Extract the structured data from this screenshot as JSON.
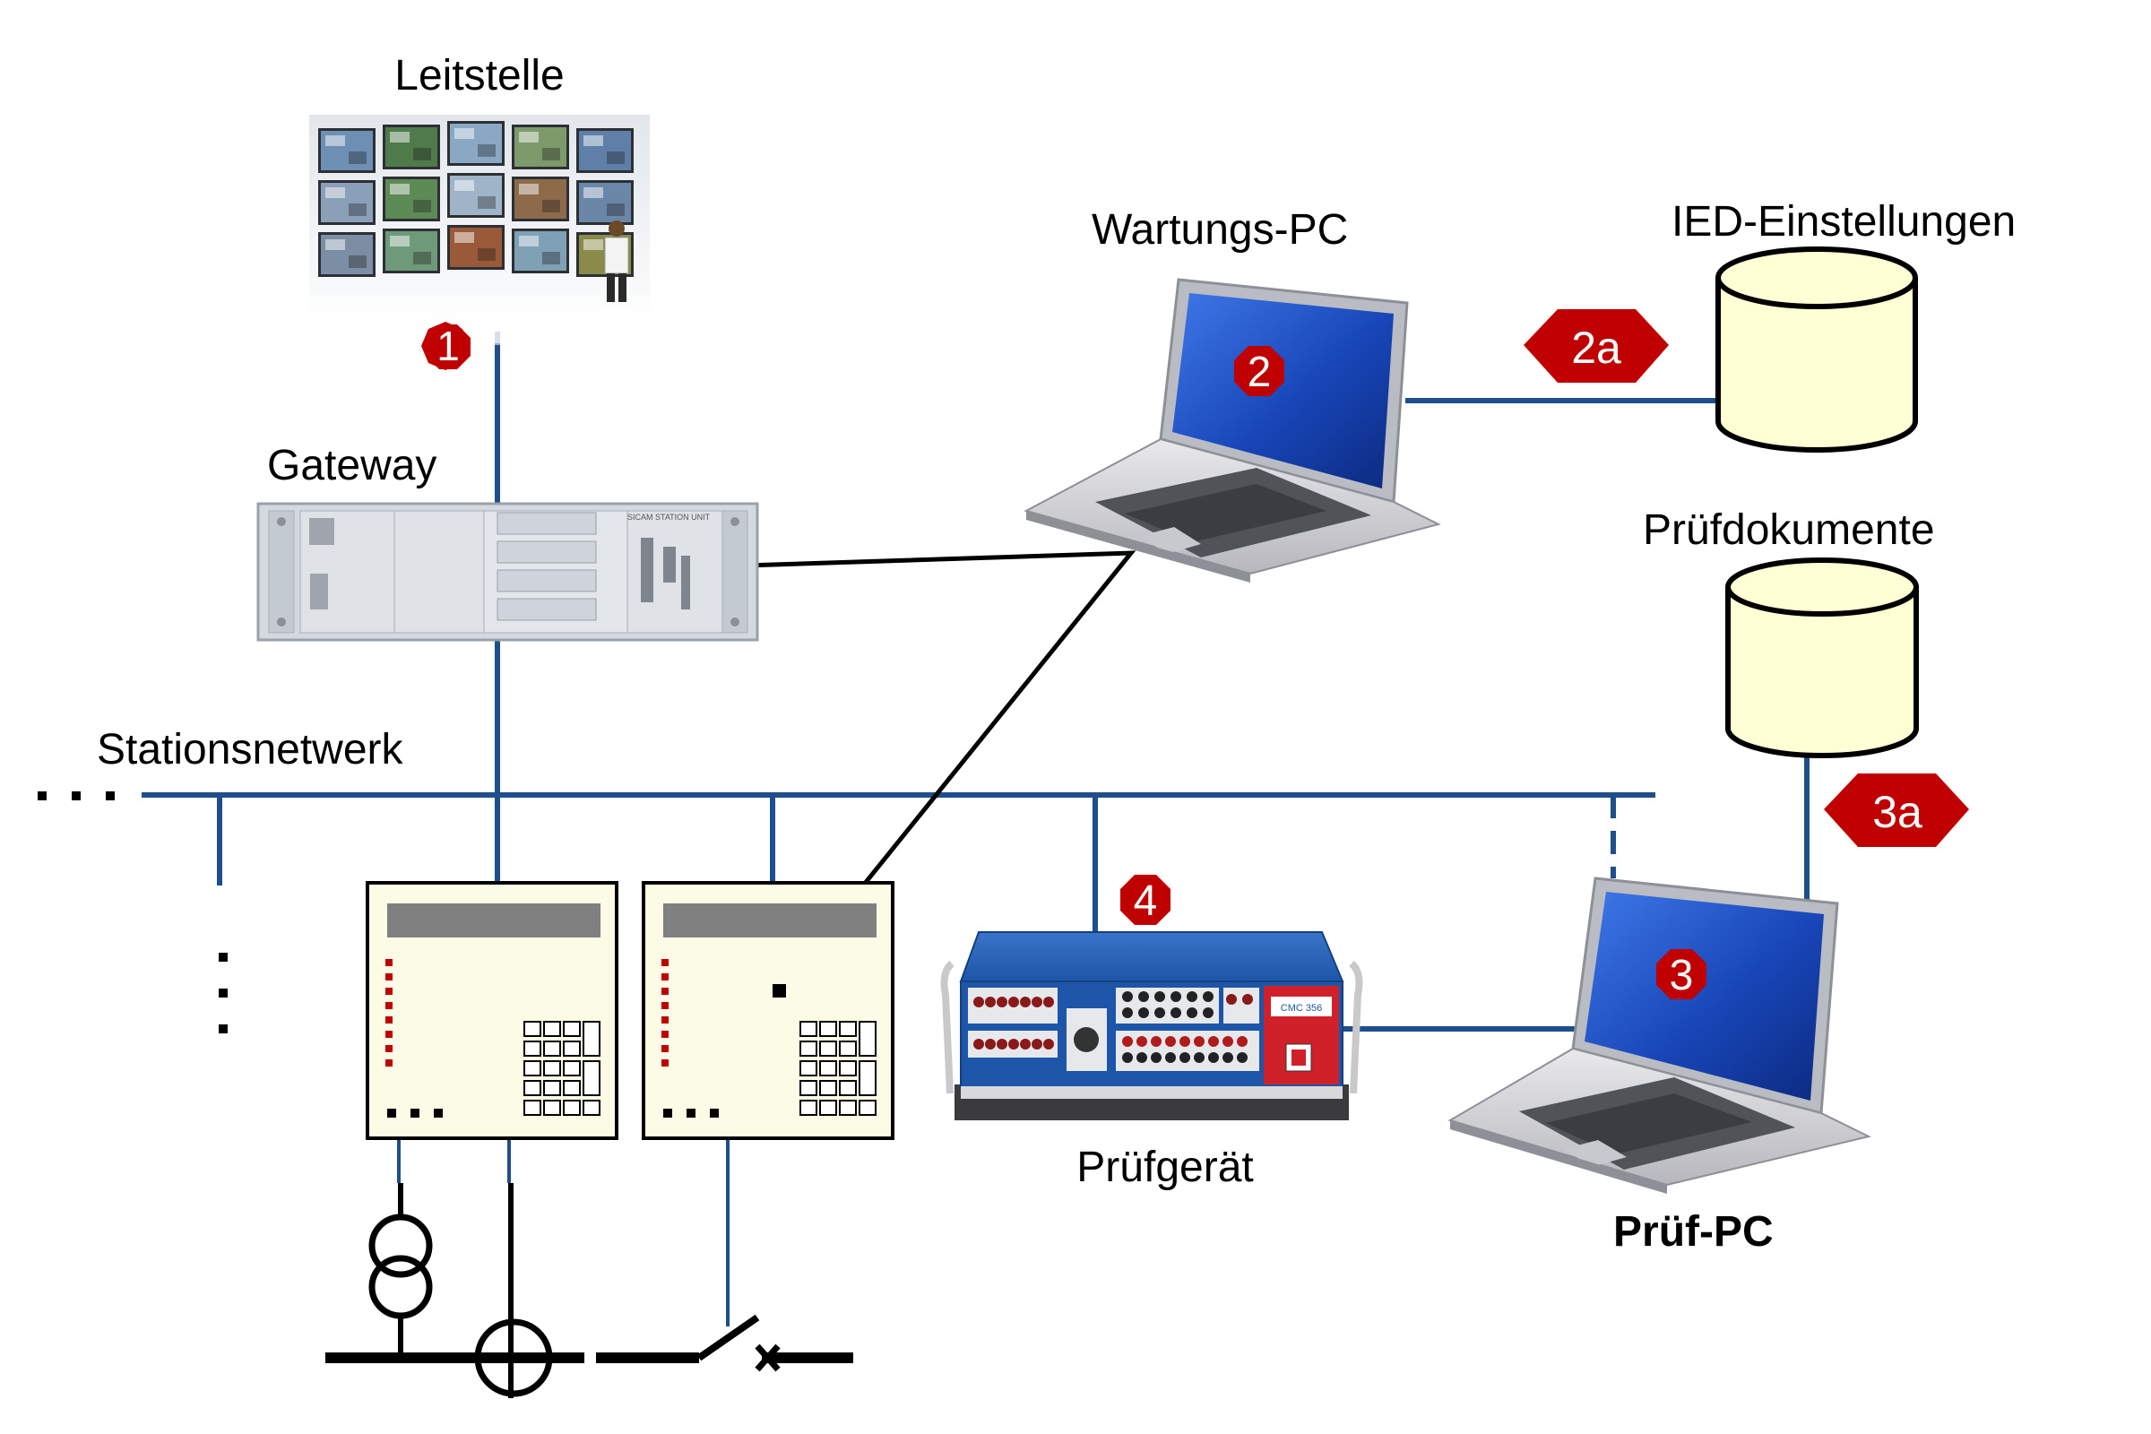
{
  "labels": {
    "control_center": "Leitstelle",
    "gateway": "Gateway",
    "maintenance_pc": "Wartungs-PC",
    "ied_settings": "IED-Einstellungen",
    "test_documents": "Prüfdokumente",
    "station_network": "Stationsnetwerk",
    "test_device": "Prüfgerät",
    "test_pc": "Prüf-PC"
  },
  "markers": {
    "m1": "1",
    "m2": "2",
    "m2a": "2a",
    "m3": "3",
    "m3a": "3a",
    "m4": "4"
  },
  "device_panel_text": {
    "gateway_brand": "SICAM STATION UNIT",
    "test_set_model": "CMC 356"
  },
  "colors": {
    "network_line": "#1f4e8c",
    "marker_fill": "#c00000",
    "database_fill": "#ffffd6",
    "ied_fill": "#fbfbe6",
    "ied_display": "#808080",
    "test_set_blue": "#1d56a8",
    "test_set_red": "#d0202a",
    "laptop_screen": "#1846b8"
  },
  "icons": {
    "database": "cylinder-database-icon",
    "laptop": "laptop-icon",
    "video_wall": "video-wall-icon",
    "transformer": "transformer-symbol",
    "breaker": "circuit-breaker-symbol"
  }
}
